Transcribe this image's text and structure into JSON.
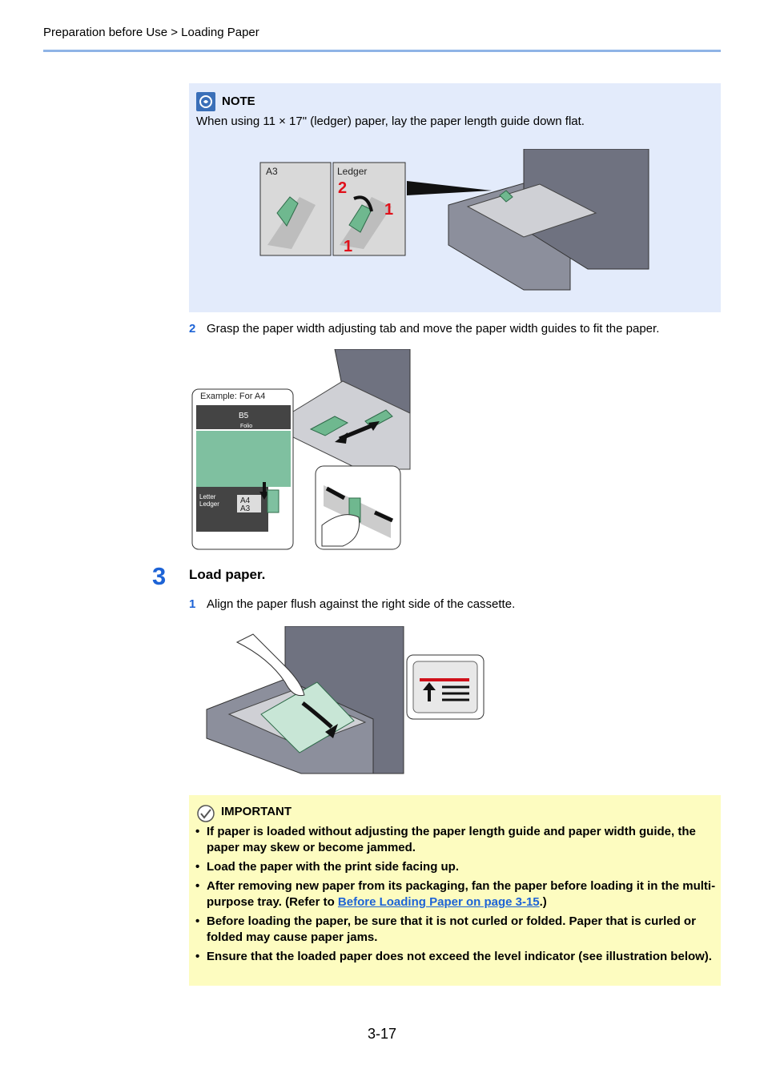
{
  "header": {
    "breadcrumb": "Preparation before Use > Loading Paper"
  },
  "note": {
    "title": "NOTE",
    "text": "When using 11 × 17\" (ledger) paper, lay the paper length guide down flat.",
    "figure": {
      "panel_a3_label": "A3",
      "panel_ledger_label": "Ledger",
      "callout_2": "2",
      "callout_1a": "1",
      "callout_1b": "1"
    }
  },
  "step2": {
    "number": "2",
    "text": "Grasp the paper width adjusting tab and move the paper width guides to fit the paper.",
    "figure": {
      "example_label": "Example: For A4",
      "size_b5": "B5",
      "size_folio": "Folio",
      "size_letter": "Letter",
      "size_ledger": "Ledger",
      "size_a4": "A4",
      "size_a3": "A3"
    }
  },
  "step3": {
    "big_number": "3",
    "title": "Load paper.",
    "sub_number": "1",
    "sub_text": "Align the paper flush against the right side of the cassette."
  },
  "important": {
    "title": "IMPORTANT",
    "items": [
      "If paper is loaded without adjusting the paper length guide and paper width guide, the paper may skew or become jammed.",
      "Load the paper with the print side facing up.",
      "After removing new paper from its packaging, fan the paper before loading it in the multi-purpose tray. (Refer to ",
      "Before loading the paper, be sure that it is not curled or folded. Paper that is curled or folded may cause paper jams.",
      "Ensure that the loaded paper does not exceed the level indicator (see illustration below)."
    ],
    "item3_link": "Before Loading Paper on page 3-15",
    "item3_tail": ".)"
  },
  "footer": {
    "page_number": "3-17"
  },
  "colors": {
    "accent_blue": "#1d63d6",
    "note_bg": "#e3ebfb",
    "important_bg": "#fdfcc0",
    "guide_green": "#7fc0a0",
    "callout_red": "#e0101a"
  }
}
